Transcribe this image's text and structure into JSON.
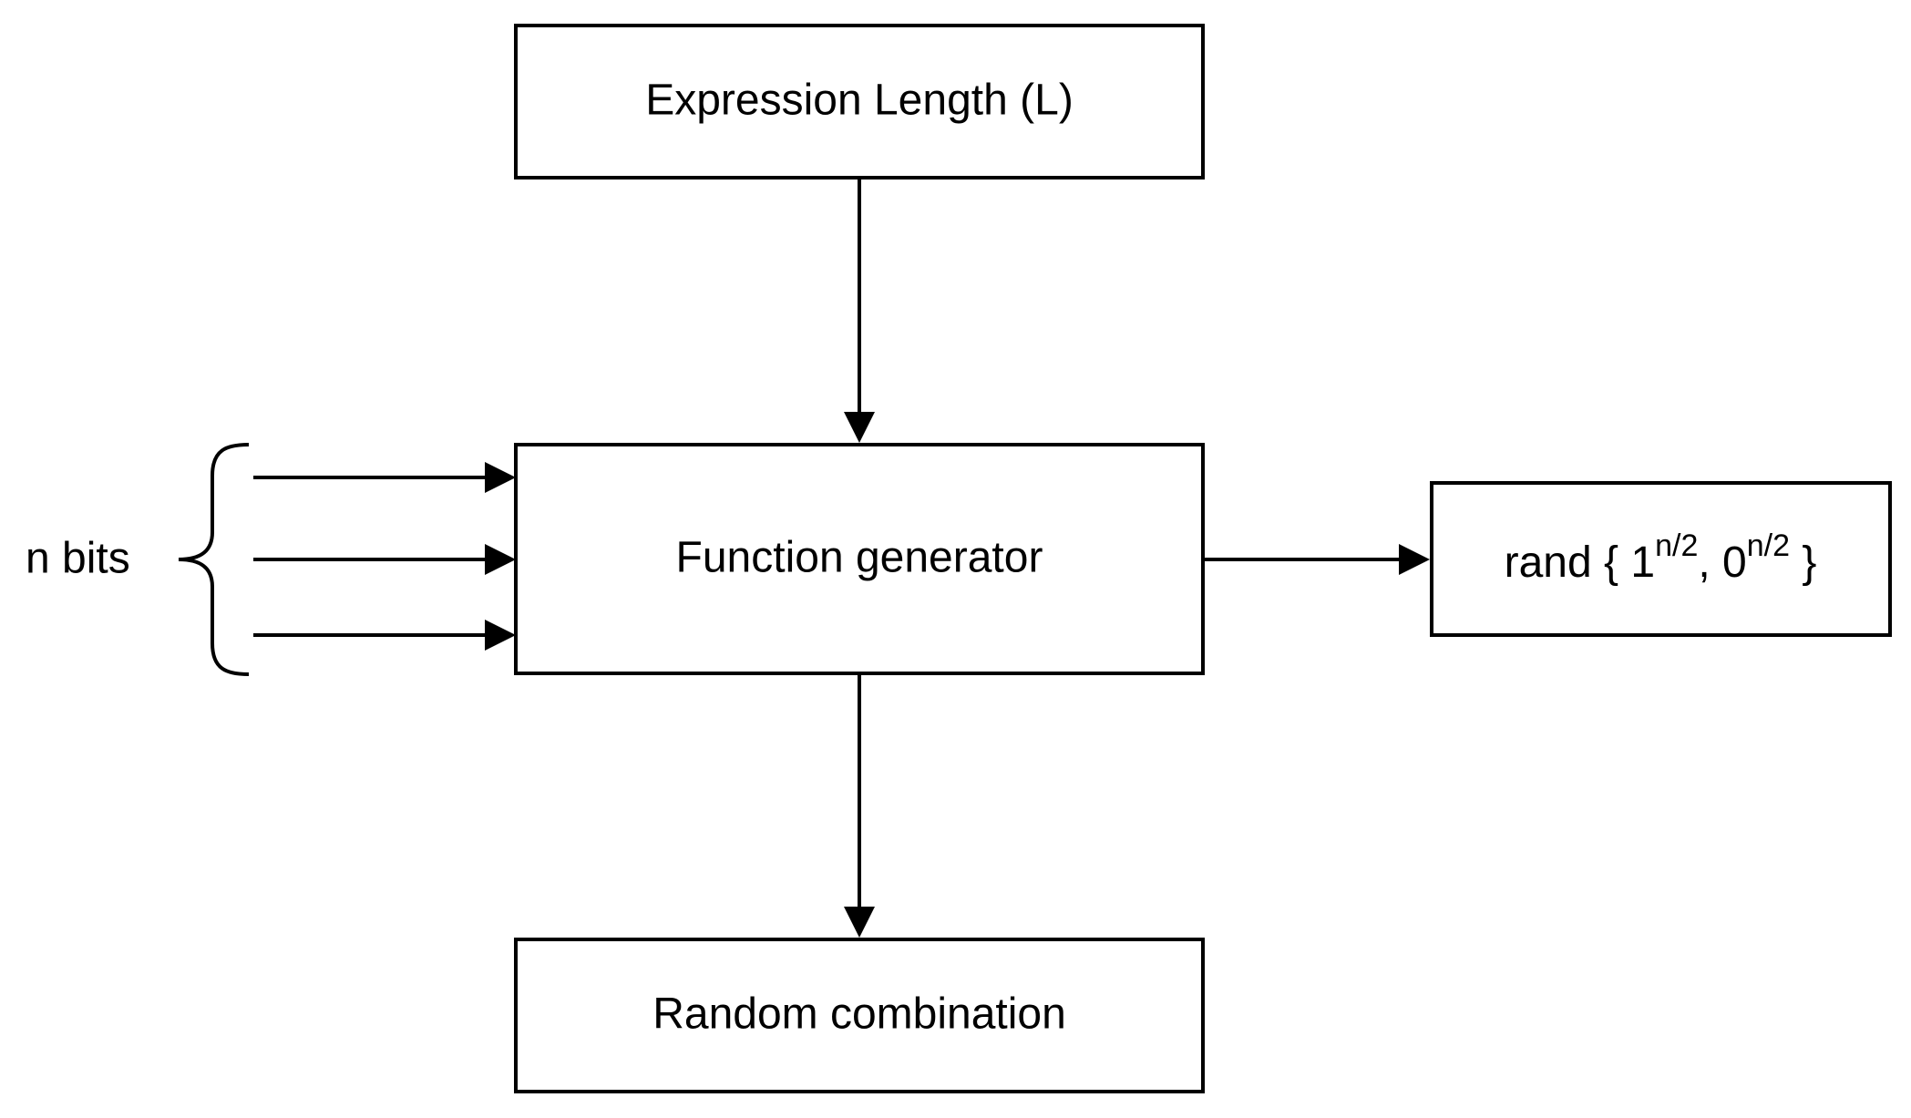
{
  "diagram": {
    "nodes": {
      "expression_length": {
        "label": "Expression Length (L)"
      },
      "function_generator": {
        "label": "Function generator"
      },
      "random_combination": {
        "label": "Random combination"
      },
      "rand_output": {
        "prefix": "rand { 1",
        "sup1": "n/2",
        "middle": ", 0",
        "sup2": "n/2",
        "suffix": " }"
      }
    },
    "inputs": {
      "label": "n bits",
      "arrow_count": 3
    },
    "edges": [
      {
        "from": "expression_length",
        "to": "function_generator"
      },
      {
        "from": "n bits",
        "to": "function_generator"
      },
      {
        "from": "function_generator",
        "to": "rand_output"
      },
      {
        "from": "function_generator",
        "to": "random_combination"
      }
    ],
    "colors": {
      "stroke": "#000000",
      "background": "#ffffff"
    }
  }
}
